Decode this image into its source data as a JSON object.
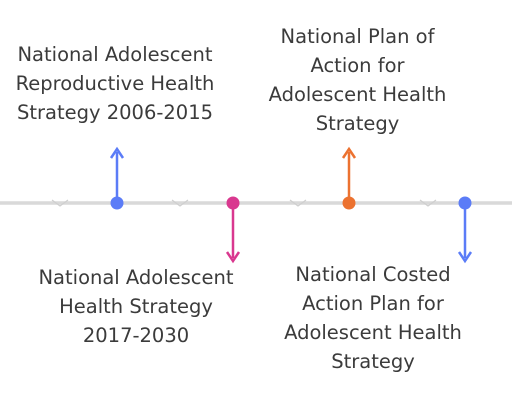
{
  "timeline": {
    "line_color": "#d9d9d9",
    "events": [
      {
        "label": "National Adolescent\nReproductive Health\nStrategy 2006-2015",
        "color": "#5b7cf7",
        "arrow": "up"
      },
      {
        "label": "National Adolescent\nHealth Strategy\n2017-2030",
        "color": "#d9388f",
        "arrow": "down"
      },
      {
        "label": "National Plan of\nAction for\nAdolescent Health\nStrategy",
        "color": "#ec7230",
        "arrow": "up"
      },
      {
        "label": "National Costed\nAction Plan for\nAdolescent Health\nStrategy",
        "color": "#5b7cf7",
        "arrow": "down"
      }
    ]
  }
}
